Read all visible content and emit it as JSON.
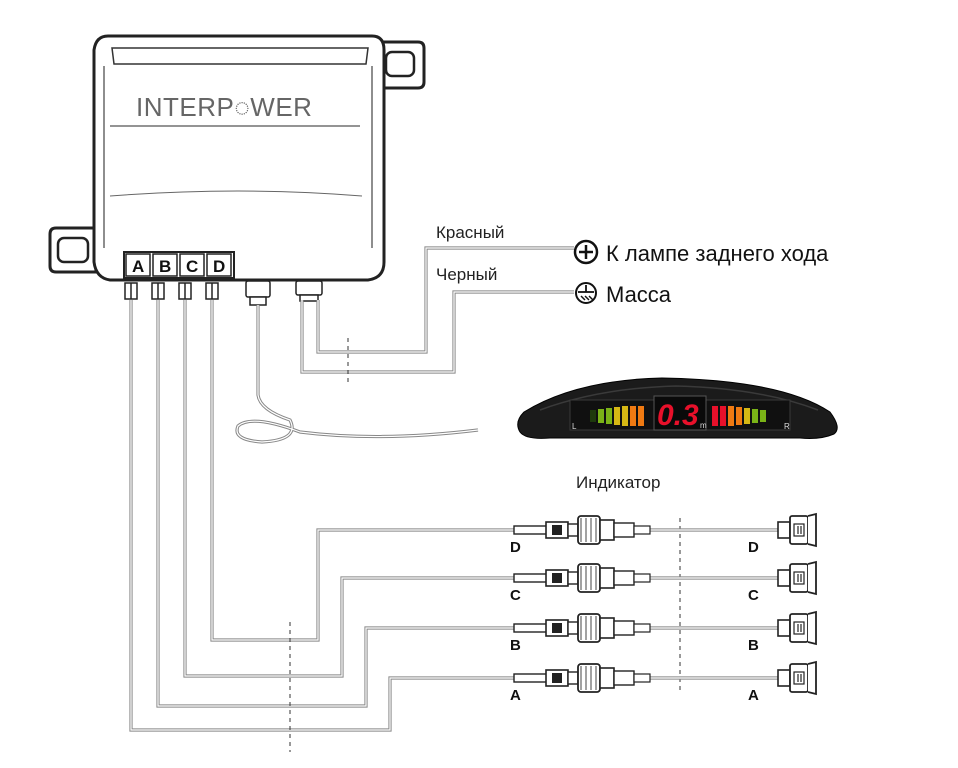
{
  "brand": {
    "logo_text": "INTERP◌WER"
  },
  "ports": {
    "letters": [
      "A",
      "B",
      "C",
      "D"
    ]
  },
  "wires": {
    "red_label": "Красный",
    "black_label": "Черный",
    "plus_terminal_label": "К лампе заднего хода",
    "ground_terminal_label": "Масса"
  },
  "indicator": {
    "caption": "Индикатор",
    "distance_value": "0.3",
    "unit": "m",
    "left_mark": "L",
    "right_mark": "R",
    "colors": {
      "body": "#1a1a1a",
      "digits": "#e8102a",
      "bar_green": "#7ab317",
      "bar_yellow": "#d6b814",
      "bar_orange": "#f07a12",
      "bar_red": "#e8102a"
    }
  },
  "sensors": [
    {
      "left_label": "D",
      "right_label": "D"
    },
    {
      "left_label": "C",
      "right_label": "C"
    },
    {
      "left_label": "B",
      "right_label": "B"
    },
    {
      "left_label": "A",
      "right_label": "A"
    }
  ]
}
